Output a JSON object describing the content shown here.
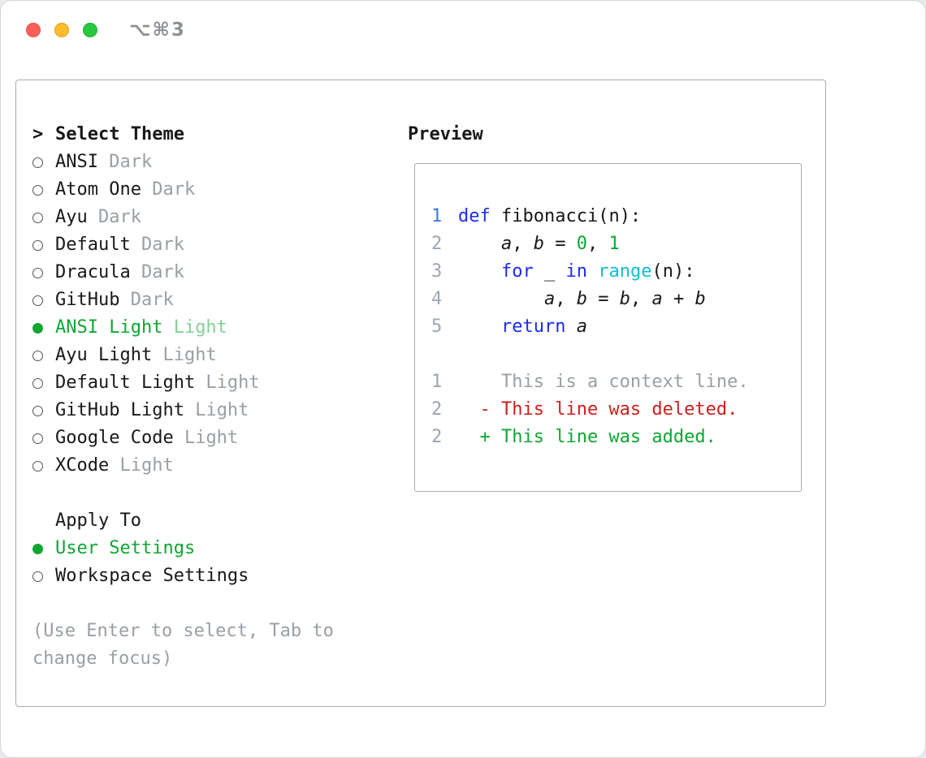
{
  "colors": {
    "fg": "#17181a",
    "dim": "#999fa5",
    "green": "#0fa633",
    "green-soft": "#86cf97",
    "blue": "#1b2cf0",
    "cyan": "#12bdd6",
    "red": "#cc1f1a",
    "num": "#9aa6b2",
    "num-active": "#3e77e6",
    "border": "#a7adb3",
    "shortcut": "#8c9096",
    "traffic-red": "#ff5f57",
    "traffic-yellow": "#febc2e",
    "traffic-green": "#27c93f"
  },
  "window": {
    "shortcut_label": "⌥⌘3"
  },
  "theme_picker": {
    "title": "Select Theme",
    "title_caret": ">",
    "items": [
      {
        "label": "ANSI",
        "suffix": "Dark",
        "selected": false
      },
      {
        "label": "Atom One",
        "suffix": "Dark",
        "selected": false
      },
      {
        "label": "Ayu",
        "suffix": "Dark",
        "selected": false
      },
      {
        "label": "Default",
        "suffix": "Dark",
        "selected": false
      },
      {
        "label": "Dracula",
        "suffix": "Dark",
        "selected": false
      },
      {
        "label": "GitHub",
        "suffix": "Dark",
        "selected": false
      },
      {
        "label": "ANSI Light",
        "suffix": "Light",
        "selected": true
      },
      {
        "label": "Ayu Light",
        "suffix": "Light",
        "selected": false
      },
      {
        "label": "Default Light",
        "suffix": "Light",
        "selected": false
      },
      {
        "label": "GitHub Light",
        "suffix": "Light",
        "selected": false
      },
      {
        "label": "Google Code",
        "suffix": "Light",
        "selected": false
      },
      {
        "label": "XCode",
        "suffix": "Light",
        "selected": false
      }
    ],
    "apply_to": {
      "title": "Apply To",
      "options": [
        {
          "label": "User Settings",
          "selected": true
        },
        {
          "label": "Workspace Settings",
          "selected": false
        }
      ]
    },
    "help_text": "(Use Enter to select, Tab to change focus)"
  },
  "preview": {
    "title": "Preview",
    "code_lines": [
      {
        "n": "1",
        "active": true,
        "tokens": [
          {
            "t": "def",
            "c": "kw"
          },
          {
            "t": " fibonacci(n):"
          }
        ]
      },
      {
        "n": "2",
        "tokens": [
          {
            "t": "    "
          },
          {
            "t": "a",
            "i": true
          },
          {
            "t": ", "
          },
          {
            "t": "b",
            "i": true
          },
          {
            "t": " = "
          },
          {
            "t": "0",
            "c": "green"
          },
          {
            "t": ", "
          },
          {
            "t": "1",
            "c": "green"
          }
        ]
      },
      {
        "n": "3",
        "tokens": [
          {
            "t": "    "
          },
          {
            "t": "for",
            "c": "kw"
          },
          {
            "t": " _ "
          },
          {
            "t": "in",
            "c": "kw"
          },
          {
            "t": " "
          },
          {
            "t": "range",
            "c": "cyan"
          },
          {
            "t": "(n):"
          }
        ]
      },
      {
        "n": "4",
        "tokens": [
          {
            "t": "        "
          },
          {
            "t": "a",
            "i": true
          },
          {
            "t": ", "
          },
          {
            "t": "b",
            "i": true
          },
          {
            "t": " = "
          },
          {
            "t": "b",
            "i": true
          },
          {
            "t": ", "
          },
          {
            "t": "a",
            "i": true
          },
          {
            "t": " + "
          },
          {
            "t": "b",
            "i": true
          }
        ]
      },
      {
        "n": "5",
        "tokens": [
          {
            "t": "    "
          },
          {
            "t": "return",
            "c": "kw"
          },
          {
            "t": " "
          },
          {
            "t": "a",
            "i": true
          }
        ]
      },
      {
        "n": "",
        "tokens": []
      },
      {
        "n": "1",
        "tokens": [
          {
            "t": "    This is a context line.",
            "c": "dim"
          }
        ]
      },
      {
        "n": "2",
        "tokens": [
          {
            "t": "  - This line was deleted.",
            "c": "red"
          }
        ]
      },
      {
        "n": "2",
        "tokens": [
          {
            "t": "  + This line was added.",
            "c": "green"
          }
        ]
      }
    ]
  }
}
